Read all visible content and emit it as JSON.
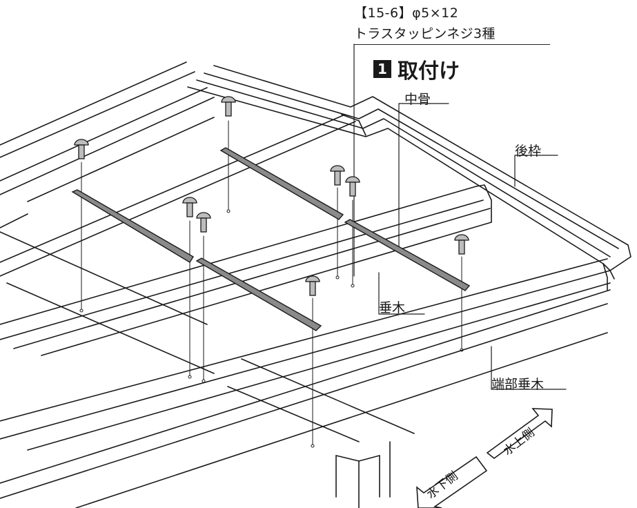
{
  "spec": {
    "line1": "【15-6】φ5×12",
    "line2": "トラスタッピンネジ3種"
  },
  "step": {
    "number": "1",
    "title": "取付け"
  },
  "labels": {
    "nakabone": "中骨",
    "ushiro_waku": "後枠",
    "taruki": "垂木",
    "tanbu_taruki": "端部垂木"
  },
  "arrows": {
    "up_side": "水上側",
    "down_side": "水下側"
  },
  "colors": {
    "line": "#1a1a1a",
    "bar_fill": "#8a8a8a",
    "screw_fill": "#bdbdbd",
    "background": "#ffffff"
  }
}
